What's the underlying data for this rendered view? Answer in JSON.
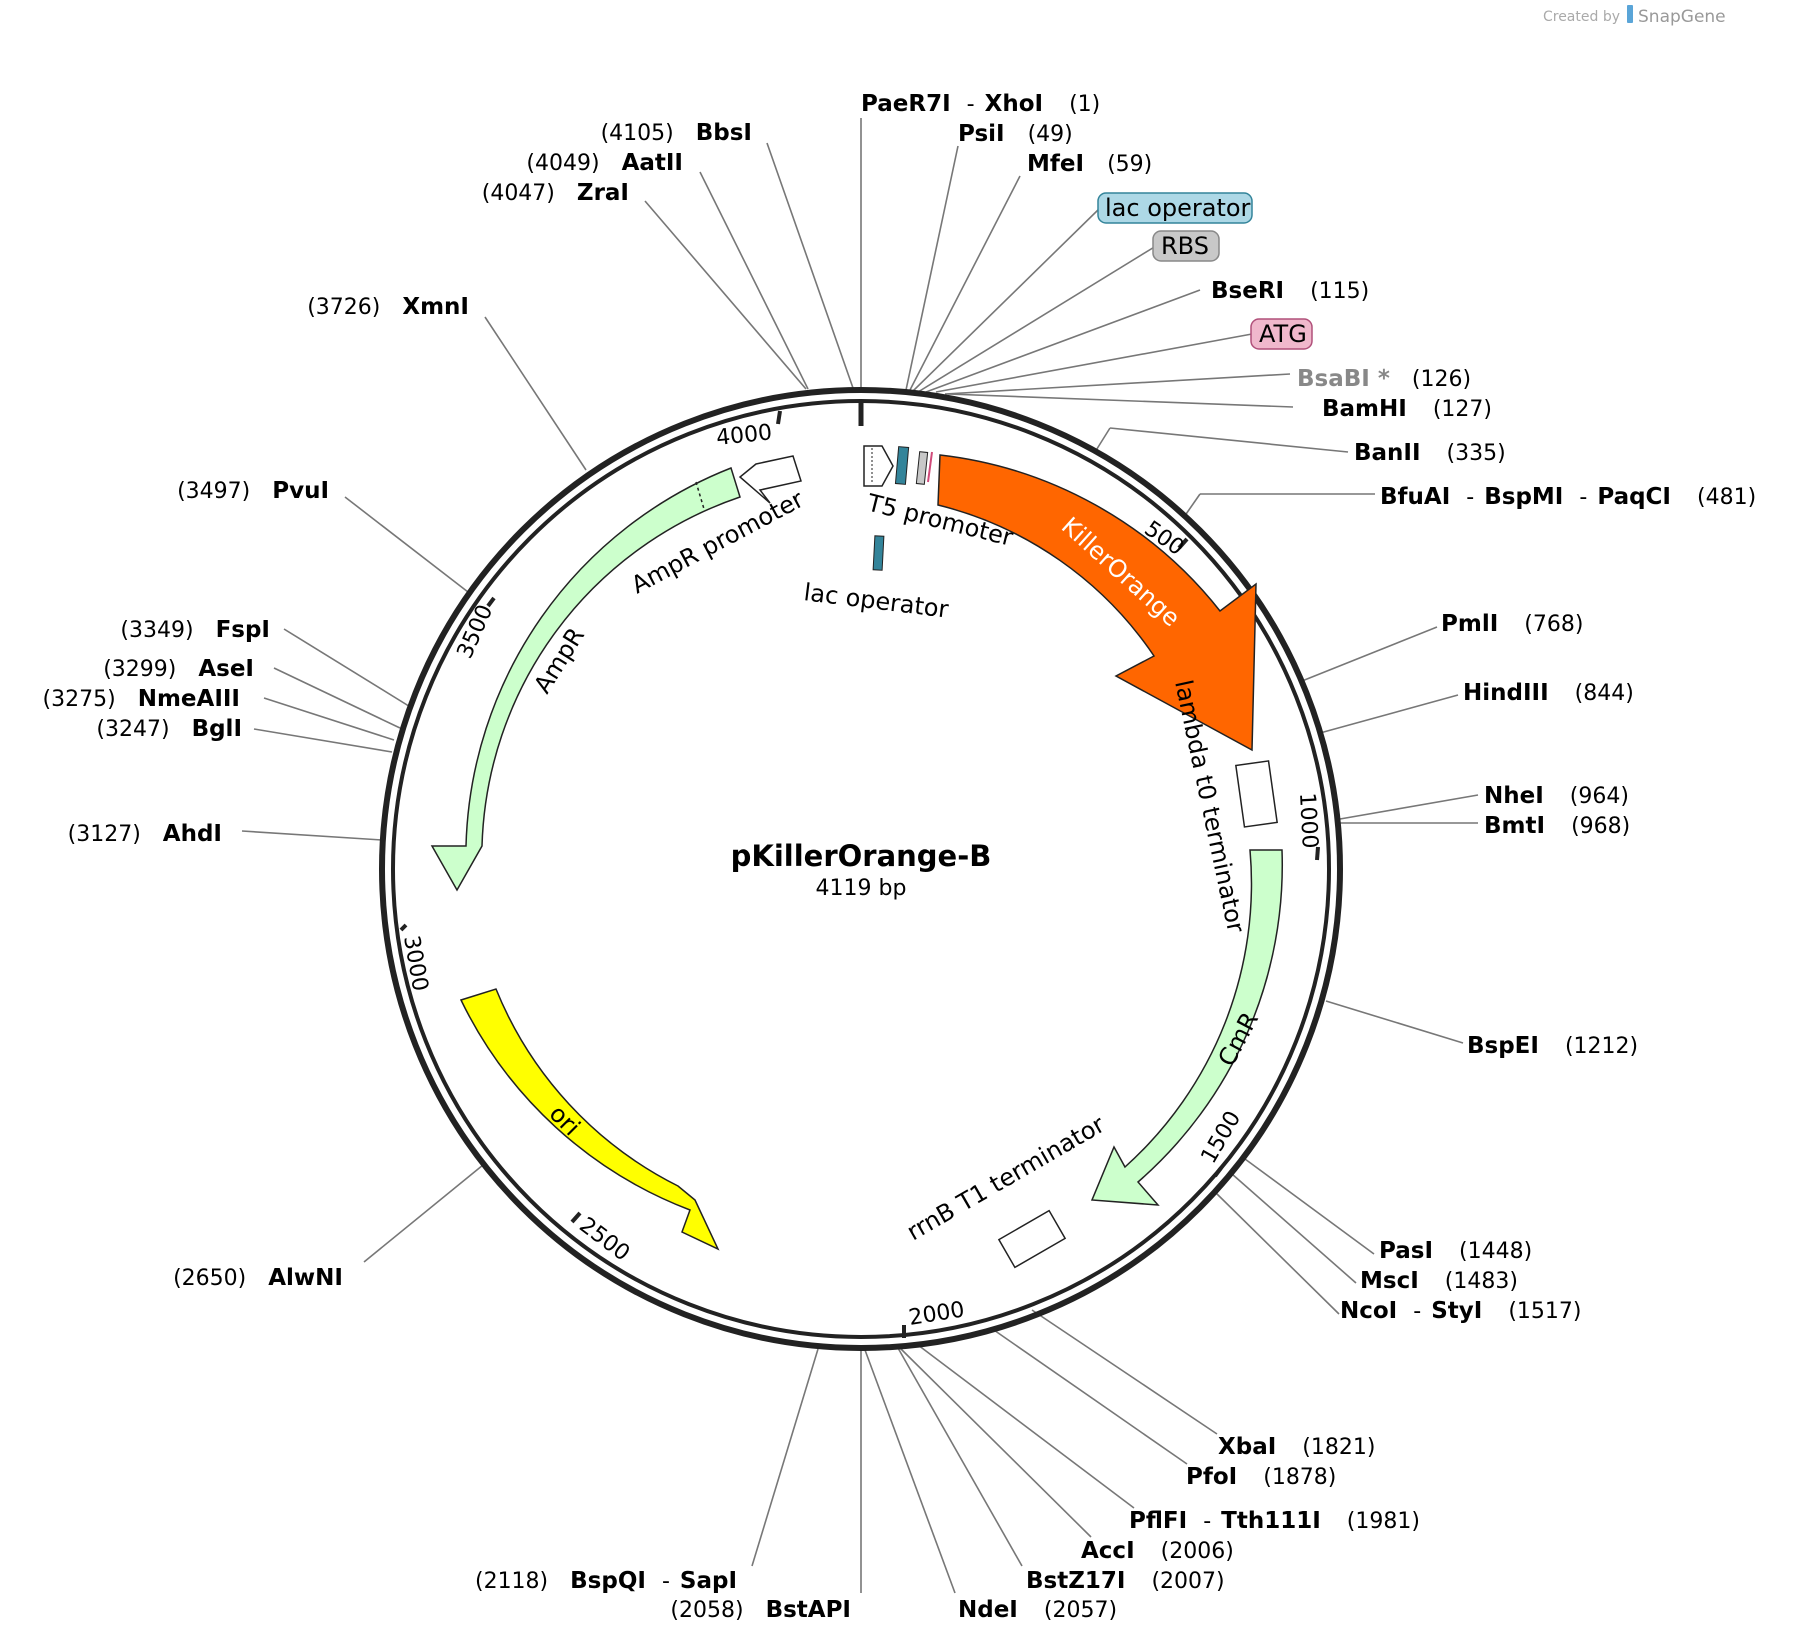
{
  "credit": {
    "prefix": "Created by",
    "brand": "SnapGene"
  },
  "plasmid": {
    "name": "pKillerOrange-B",
    "length_label": "4119 bp",
    "length_bp": 4119
  },
  "ticks": [
    "500",
    "1000",
    "1500",
    "2000",
    "2500",
    "3000",
    "3500",
    "4000"
  ],
  "features": {
    "killer_orange": "KillerOrange",
    "cmr": "CmR",
    "ori": "ori",
    "ampr": "AmpR",
    "ampr_promoter": "AmpR promoter",
    "t5_promoter": "T5 promoter",
    "lac_operator": "lac operator",
    "lambda_t0": "lambda t0 terminator",
    "rrnb_t1": "rrnB T1 terminator"
  },
  "feature_tags": {
    "lac_operator": "lac operator",
    "rbs": "RBS",
    "atg": "ATG"
  },
  "colors": {
    "killer_orange": "#ff6600",
    "resistance": "#ccffcc",
    "ori": "#ffff00",
    "lac_operator": "#33849a",
    "lac_tag_fill": "#add8e6",
    "rbs_fill": "#c8c8c8",
    "atg_fill": "#f0b8cc",
    "backbone": "#222222"
  },
  "sites": {
    "paer7i": {
      "name": "PaeR7I",
      "sep": "-",
      "name2": "XhoI",
      "pos": "(1)"
    },
    "psii": {
      "name": "PsiI",
      "pos": "(49)"
    },
    "mfei": {
      "name": "MfeI",
      "pos": "(59)"
    },
    "bseri": {
      "name": "BseRI",
      "pos": "(115)"
    },
    "bsabi": {
      "name": "BsaBI *",
      "pos": "(126)"
    },
    "bamhi": {
      "name": "BamHI",
      "pos": "(127)"
    },
    "banii": {
      "name": "BanII",
      "pos": "(335)"
    },
    "bfuai": {
      "name": "BfuAI",
      "sep": "-",
      "name2": "BspMI",
      "sep2": "-",
      "name3": "PaqCI",
      "pos": "(481)"
    },
    "pmli": {
      "name": "PmlI",
      "pos": "(768)"
    },
    "hindiii": {
      "name": "HindIII",
      "pos": "(844)"
    },
    "nhei": {
      "name": "NheI",
      "pos": "(964)"
    },
    "bmti": {
      "name": "BmtI",
      "pos": "(968)"
    },
    "bspei": {
      "name": "BspEI",
      "pos": "(1212)"
    },
    "pasi": {
      "name": "PasI",
      "pos": "(1448)"
    },
    "msci": {
      "name": "MscI",
      "pos": "(1483)"
    },
    "ncoi": {
      "name": "NcoI",
      "sep": "-",
      "name2": "StyI",
      "pos": "(1517)"
    },
    "xbai": {
      "name": "XbaI",
      "pos": "(1821)"
    },
    "pfoi": {
      "name": "PfoI",
      "pos": "(1878)"
    },
    "pflfi": {
      "name": "PflFI",
      "sep": "-",
      "name2": "Tth111I",
      "pos": "(1981)"
    },
    "acci": {
      "name": "AccI",
      "pos": "(2006)"
    },
    "bstz17i": {
      "name": "BstZ17I",
      "pos": "(2007)"
    },
    "ndei": {
      "name": "NdeI",
      "pos": "(2057)"
    },
    "bstapi": {
      "name": "BstAPI",
      "pos": "(2058)"
    },
    "bspqi": {
      "name": "BspQI",
      "sep": "-",
      "name2": "SapI",
      "pos": "(2118)"
    },
    "alwni": {
      "name": "AlwNI",
      "pos": "(2650)"
    },
    "ahdi": {
      "name": "AhdI",
      "pos": "(3127)"
    },
    "bgli": {
      "name": "BglI",
      "pos": "(3247)"
    },
    "nmeaiii": {
      "name": "NmeAIII",
      "pos": "(3275)"
    },
    "asei": {
      "name": "AseI",
      "pos": "(3299)"
    },
    "fspi": {
      "name": "FspI",
      "pos": "(3349)"
    },
    "pvui": {
      "name": "PvuI",
      "pos": "(3497)"
    },
    "xmni": {
      "name": "XmnI",
      "pos": "(3726)"
    },
    "zrai": {
      "name": "ZraI",
      "pos": "(4047)"
    },
    "aatii": {
      "name": "AatII",
      "pos": "(4049)"
    },
    "bbsi": {
      "name": "BbsI",
      "pos": "(4105)"
    }
  }
}
